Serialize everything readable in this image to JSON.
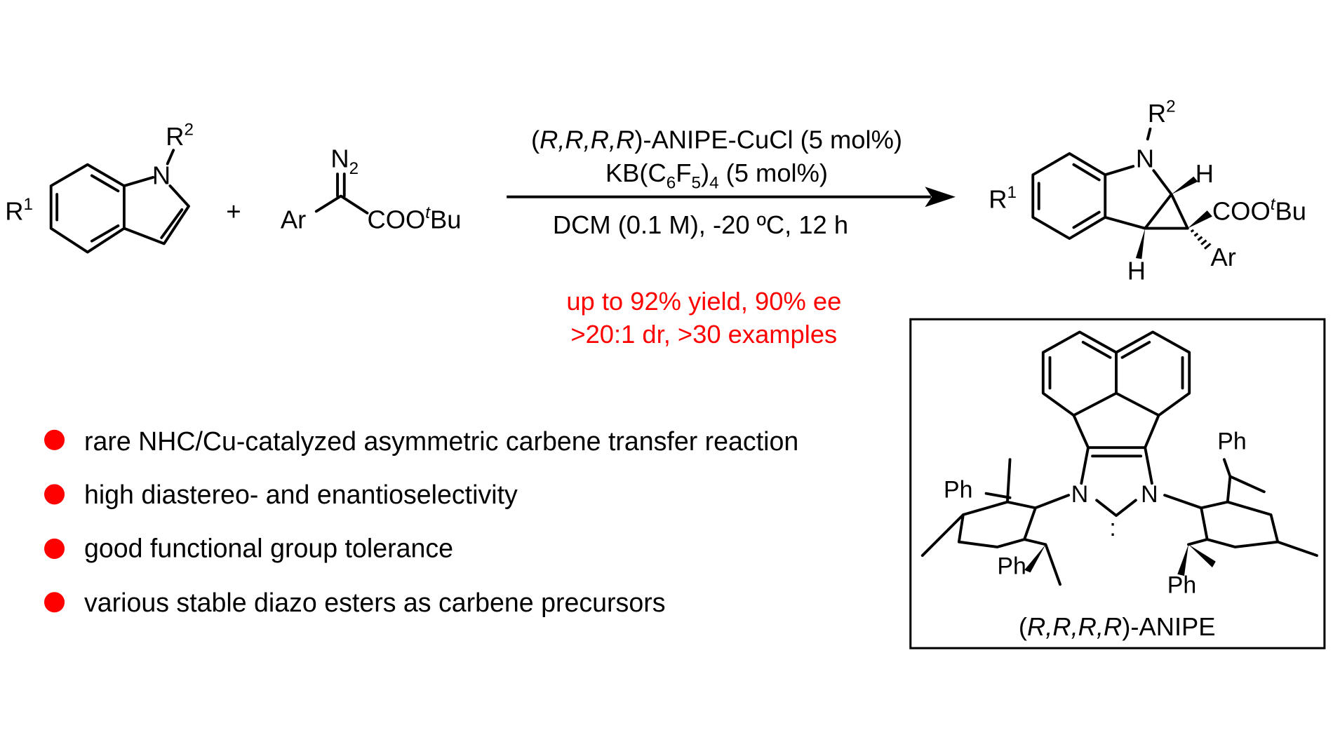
{
  "reactant1": {
    "r1": "R",
    "r1_sup": "1",
    "r2": "R",
    "r2_sup": "2",
    "n": "N"
  },
  "plus": "+",
  "reactant2": {
    "n2": "N",
    "n2_sub": "2",
    "ar": "Ar",
    "ester": "COO",
    "ester_sup": "t",
    "ester_end": "Bu"
  },
  "conditions": {
    "line1": [
      "(",
      "R,R,R,R",
      ")-ANIPE-CuCl (5 mol%)"
    ],
    "line2": [
      "KB(C",
      "6",
      "F",
      "5",
      ")",
      "4",
      " (5 mol%)"
    ],
    "line3": "DCM (0.1 M), -20 ºC, 12 h"
  },
  "product": {
    "r1": "R",
    "r1_sup": "1",
    "r2": "R",
    "r2_sup": "2",
    "n": "N",
    "h1": "H",
    "h2": "H",
    "ester": "COO",
    "ester_sup": "t",
    "ester_end": "Bu",
    "ar": "Ar"
  },
  "results": [
    "up to 92% yield, 90% ee",
    ">20:1 dr, >30 examples"
  ],
  "highlights": [
    "rare NHC/Cu-catalyzed asymmetric carbene transfer reaction",
    "high diastereo- and enantioselectivity",
    "good functional group tolerance",
    "various stable diazo esters as carbene precursors"
  ],
  "ligand": {
    "n_left": "N",
    "n_right": "N",
    "ph": [
      "Ph",
      "Ph",
      "Ph",
      "Ph"
    ],
    "carbene": ":",
    "name": [
      "(",
      "R,R,R,R",
      ")-ANIPE"
    ]
  },
  "colors": {
    "accent": "#ff0000",
    "ink": "#000000"
  }
}
